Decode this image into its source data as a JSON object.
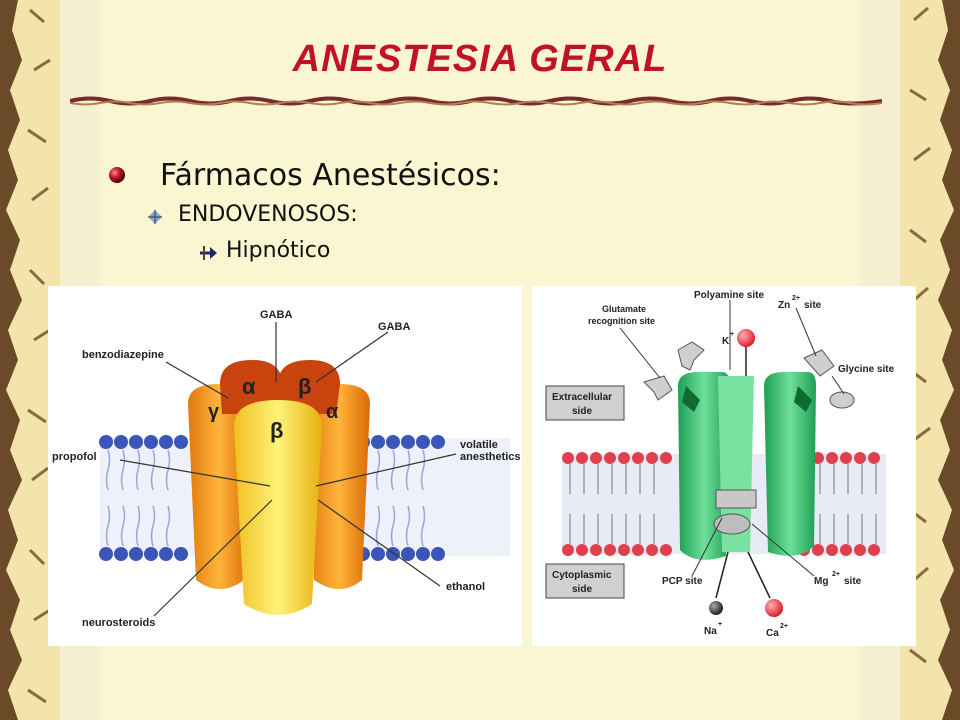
{
  "title": "ANESTESIA GERAL",
  "bullets": {
    "level1": "Fármacos Anestésicos:",
    "level2": "ENDOVENOSOS:",
    "level3": "Hipnótico"
  },
  "left_figure": {
    "labels": {
      "gaba_top": "GABA",
      "gaba_right": "GABA",
      "benzodiazepine": "benzodiazepine",
      "propofol": "propofol",
      "volatile": "volatile",
      "anesthetics": "anesthetics",
      "ethanol": "ethanol",
      "neurosteroids": "neurosteroids",
      "alpha1": "α",
      "beta1": "β",
      "gamma": "γ",
      "alpha2": "α",
      "beta2": "β"
    }
  },
  "right_figure": {
    "labels": {
      "polyamine": "Polyamine site",
      "glutamate1": "Glutamate",
      "glutamate2": "recognition site",
      "k": "K",
      "k_sup": "+",
      "zn": "Zn",
      "zn_sup": "2+",
      "zn_site": "site",
      "glycine": "Glycine site",
      "extracellular1": "Extracellular",
      "extracellular2": "side",
      "cytoplasmic1": "Cytoplasmic",
      "cytoplasmic2": "side",
      "pcp": "PCP site",
      "mg": "Mg",
      "mg_sup": "2+",
      "mg_site": "site",
      "na": "Na",
      "na_sup": "+",
      "ca": "Ca",
      "ca_sup": "2+"
    }
  },
  "colors": {
    "title": "#c0122b",
    "lipid_head_blue": "#3b55b8",
    "lipid_head_red": "#e0404e",
    "receptor_orange": "#f19a1c",
    "receptor_green": "#2ebb6a"
  }
}
